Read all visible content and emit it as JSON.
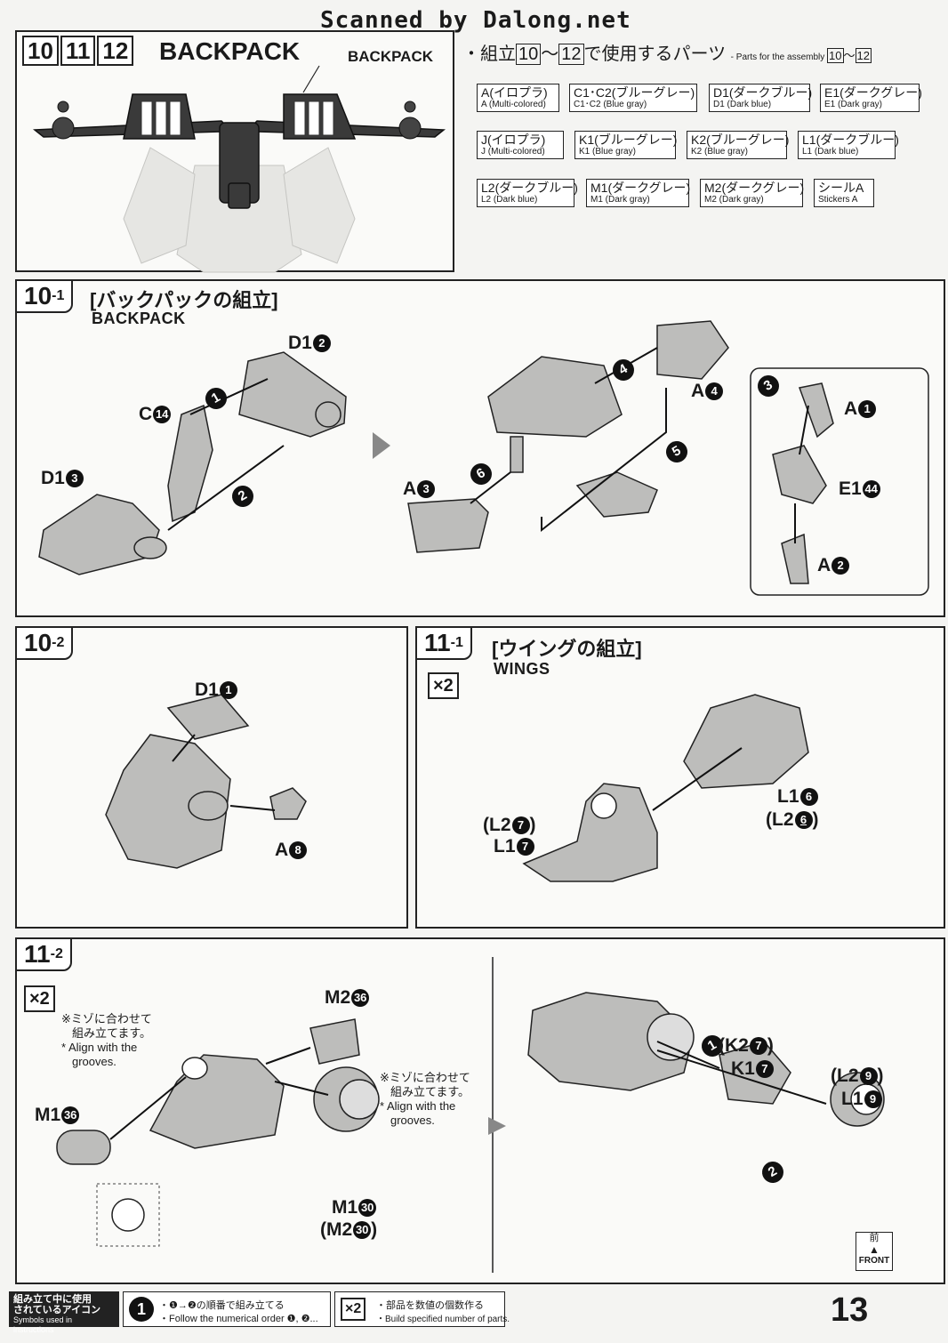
{
  "header": {
    "watermark": "Scanned by Dalong.net",
    "step_numbers": [
      "10",
      "11",
      "12"
    ],
    "title": "BACKPACK",
    "callout_label": "BACKPACK"
  },
  "parts_list": {
    "title_jp_prefix": "・組立",
    "title_from": "10",
    "title_sep": "〜",
    "title_to": "12",
    "title_jp_suffix": "で使用するパーツ",
    "title_en_prefix": "- Parts for the assembly",
    "title_en_from": "10",
    "title_en_sep": "〜",
    "title_en_to": "12",
    "chips": [
      {
        "jp": "A(イロプラ)",
        "en": "A (Multi-colored)"
      },
      {
        "jp": "C1･C2(ブルーグレー)",
        "en": "C1･C2 (Blue gray)"
      },
      {
        "jp": "D1(ダークブルー)",
        "en": "D1 (Dark blue)"
      },
      {
        "jp": "E1(ダークグレー)",
        "en": "E1 (Dark gray)"
      },
      {
        "jp": "J(イロプラ)",
        "en": "J (Multi-colored)"
      },
      {
        "jp": "K1(ブルーグレー)",
        "en": "K1 (Blue gray)"
      },
      {
        "jp": "K2(ブルーグレー)",
        "en": "K2 (Blue gray)"
      },
      {
        "jp": "L1(ダークブルー)",
        "en": "L1 (Dark blue)"
      },
      {
        "jp": "L2(ダークブルー)",
        "en": "L2 (Dark blue)"
      },
      {
        "jp": "M1(ダークグレー)",
        "en": "M1 (Dark gray)"
      },
      {
        "jp": "M2(ダークグレー)",
        "en": "M2 (Dark gray)"
      },
      {
        "jp": "シールA",
        "en": "Stickers A"
      }
    ]
  },
  "step_10_1": {
    "number": "10",
    "sub": "-1",
    "title_jp": "[バックパックの組立]",
    "title_en": "BACKPACK",
    "labels": {
      "d1_2": {
        "part": "D1",
        "num": "2"
      },
      "c14": {
        "part": "C",
        "num": "14"
      },
      "d1_3": {
        "part": "D1",
        "num": "3"
      },
      "a4": {
        "part": "A",
        "num": "4"
      },
      "a3": {
        "part": "A",
        "num": "3"
      },
      "a1": {
        "part": "A",
        "num": "1"
      },
      "e1_44": {
        "part": "E1",
        "num": "44"
      },
      "a2": {
        "part": "A",
        "num": "2"
      }
    },
    "order_marks": [
      "1",
      "2",
      "3",
      "4",
      "5",
      "6"
    ]
  },
  "step_10_2": {
    "number": "10",
    "sub": "-2",
    "labels": {
      "d1_1": {
        "part": "D1",
        "num": "1"
      },
      "a8": {
        "part": "A",
        "num": "8"
      }
    }
  },
  "step_11_1": {
    "number": "11",
    "sub": "-1",
    "title_jp": "[ウイングの組立]",
    "title_en": "WINGS",
    "multiplier": "×2",
    "labels": {
      "l1_6": {
        "part": "L1",
        "num": "6"
      },
      "l2_6": {
        "part": "(L2",
        "num": "6",
        "close": ")"
      },
      "l2_7": {
        "part": "(L2",
        "num": "7",
        "close": ")"
      },
      "l1_7": {
        "part": "L1",
        "num": "7"
      }
    }
  },
  "step_11_2": {
    "number": "11",
    "sub": "-2",
    "multiplier": "×2",
    "note_left": {
      "jp1": "※ミゾに合わせて",
      "jp2": "組み立てます。",
      "en1": "* Align with the",
      "en2": "grooves."
    },
    "note_right": {
      "jp1": "※ミゾに合わせて",
      "jp2": "組み立てます。",
      "en1": "* Align with the",
      "en2": "grooves."
    },
    "labels": {
      "m2_36": {
        "part": "M2",
        "num": "36"
      },
      "m1_36": {
        "part": "M1",
        "num": "36"
      },
      "m1_30": {
        "part": "M1",
        "num": "30"
      },
      "m2_30": {
        "part": "(M2",
        "num": "30",
        "close": ")"
      },
      "k2_7": {
        "part": "(K2",
        "num": "7",
        "close": ")"
      },
      "k1_7": {
        "part": "K1",
        "num": "7"
      },
      "l2_9": {
        "part": "(L2",
        "num": "9",
        "close": ")"
      },
      "l1_9": {
        "part": "L1",
        "num": "9"
      }
    },
    "front_jp": "前",
    "front_en": "FRONT"
  },
  "footer": {
    "legend_jp1": "組み立て中に使用",
    "legend_jp2": "されているアイコン",
    "legend_en": "Symbols used in instructions",
    "order_icon": "1",
    "order_jp": "・❶→❷の順番で組み立てる",
    "order_en": "・Follow the numerical order ❶, ❷...",
    "mult_icon": "×2",
    "mult_jp": "・部品を数値の個数作る",
    "mult_en": "・Build specified number of parts.",
    "page_number": "13"
  }
}
